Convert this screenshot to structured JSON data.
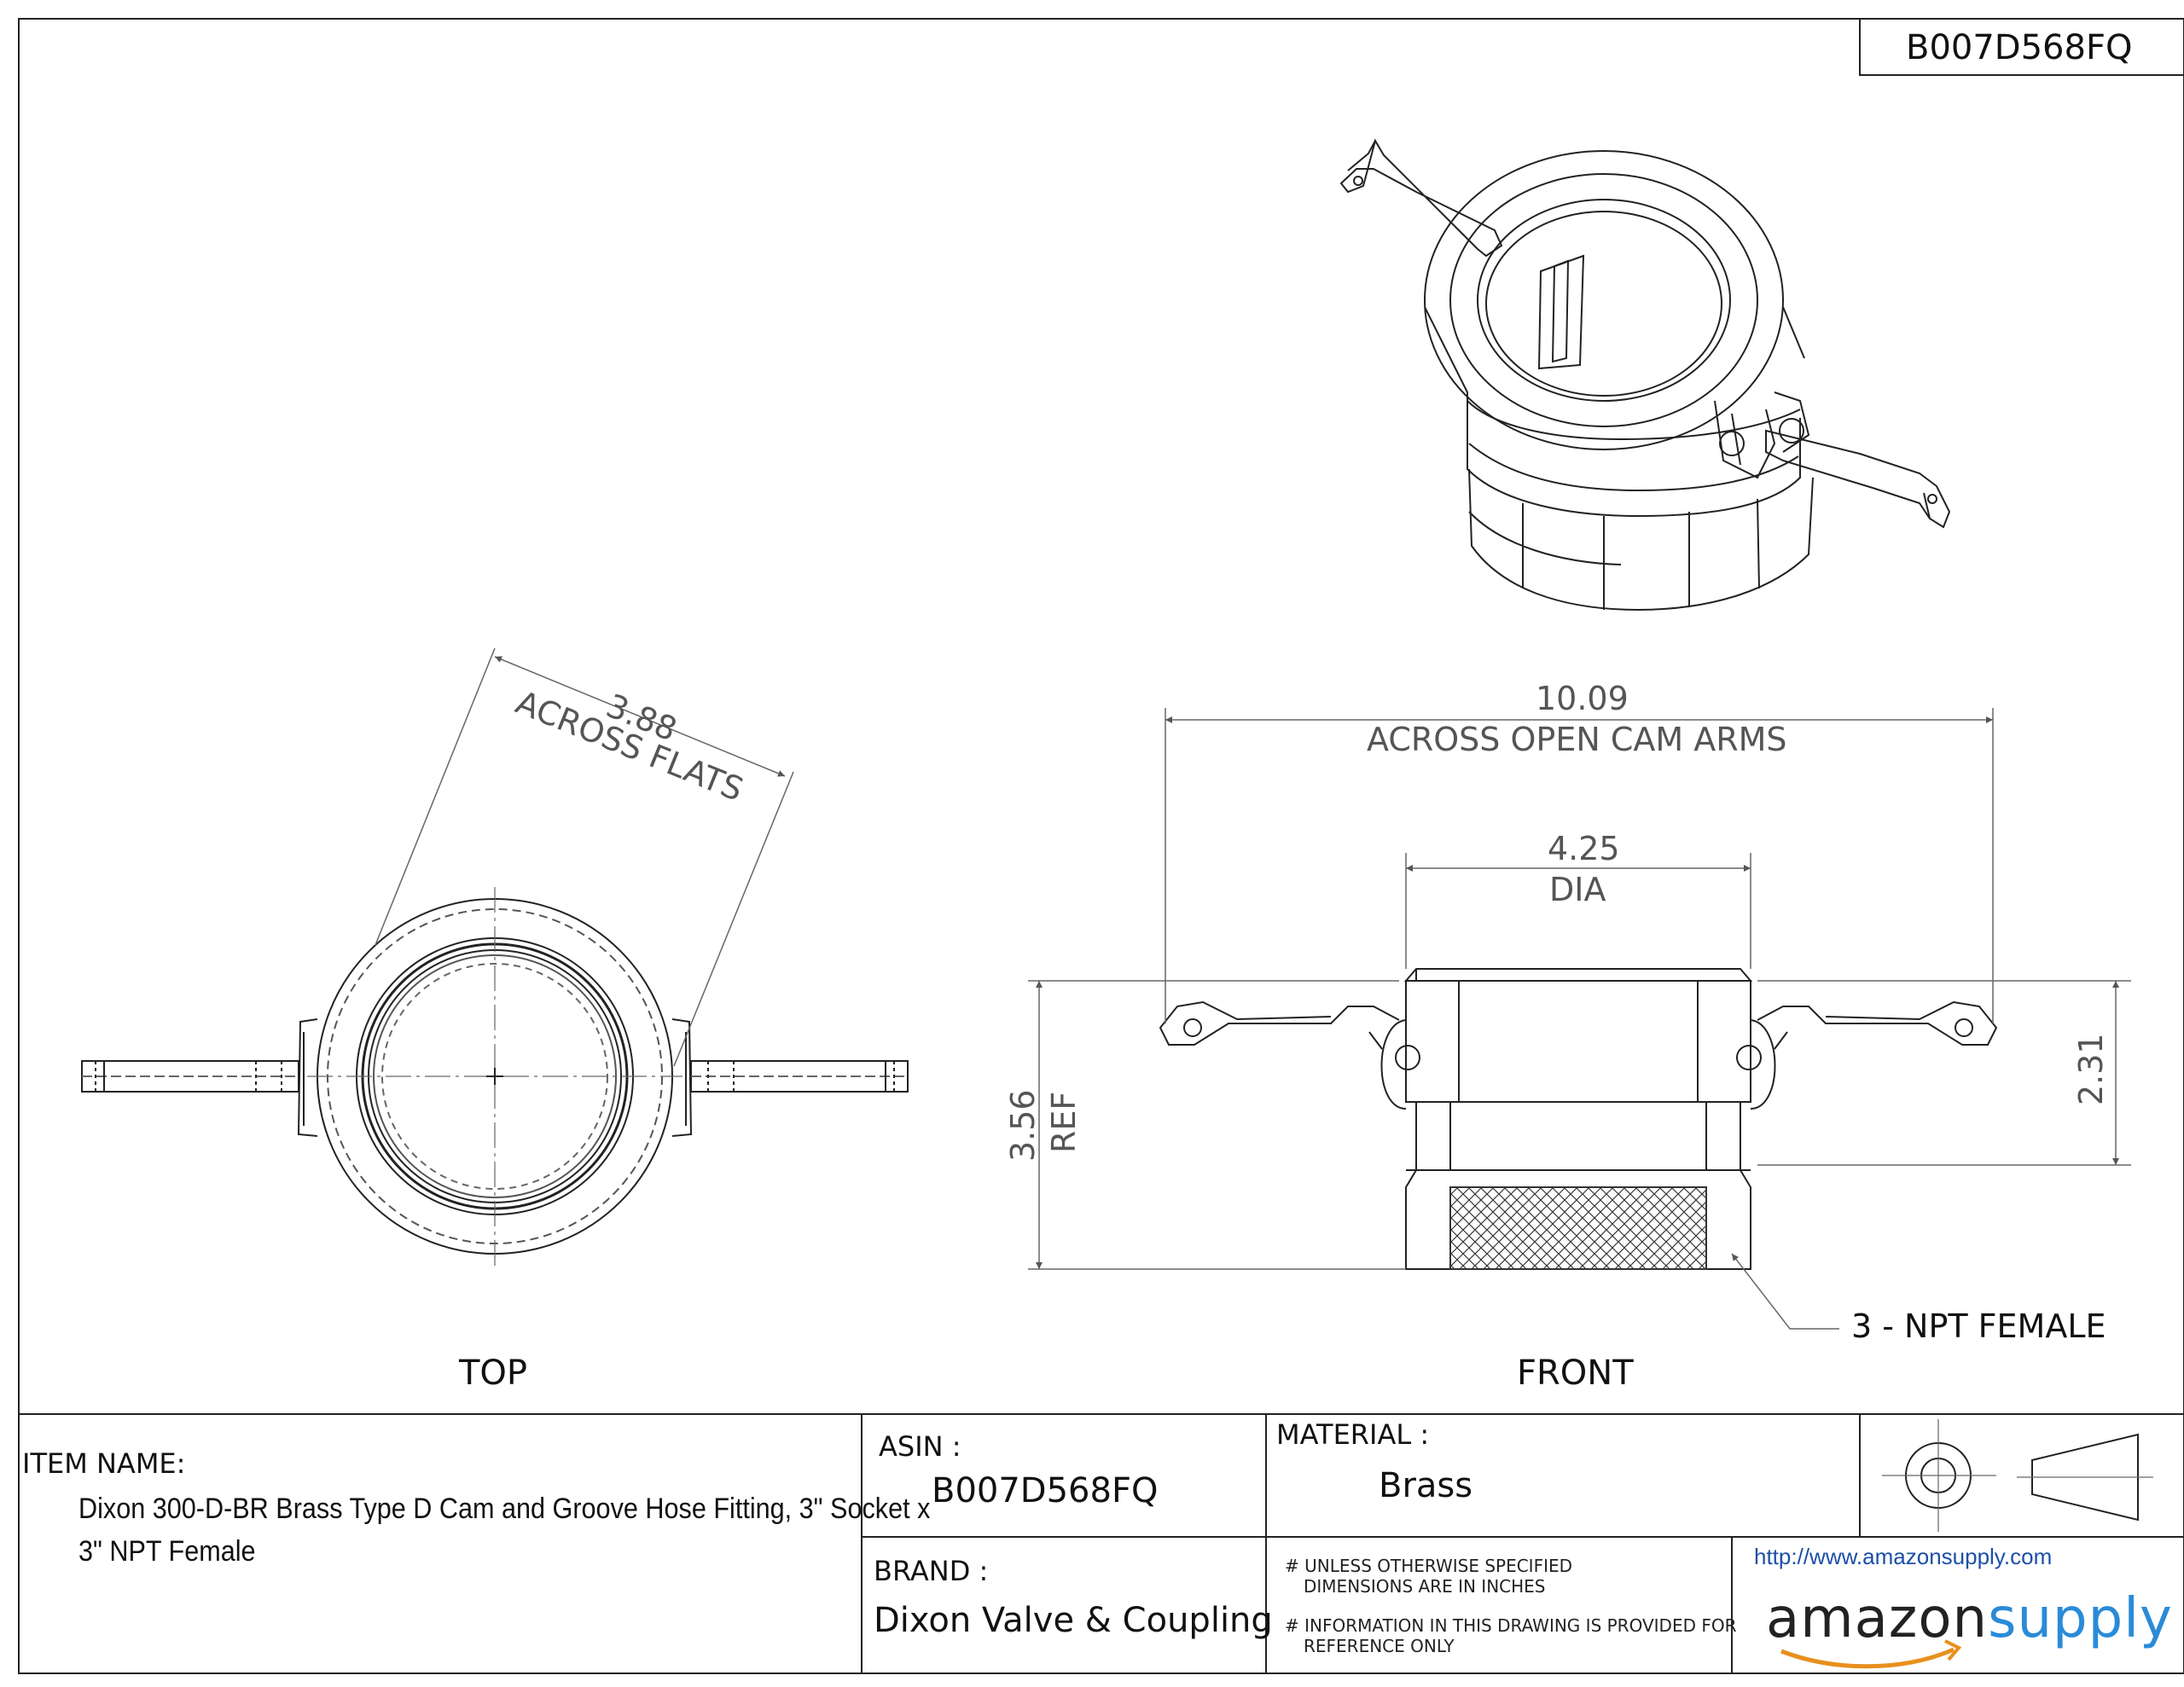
{
  "header": {
    "asin_box": "B007D568FQ"
  },
  "views": {
    "top_label": "TOP",
    "front_label": "FRONT"
  },
  "dimensions": {
    "across_flats_value": "3.88",
    "across_flats_text": "ACROSS FLATS",
    "cam_arms_value": "10.09",
    "cam_arms_text": "ACROSS OPEN CAM ARMS",
    "dia_value": "4.25",
    "dia_text": "DIA",
    "ref_value": "3.56",
    "ref_text": "REF",
    "height_value": "2.31",
    "thread_callout": "3 - NPT FEMALE"
  },
  "title_block": {
    "item_name_label": "ITEM NAME:",
    "item_name_line1": "Dixon 300-D-BR Brass Type D Cam and Groove Hose Fitting, 3\" Socket x",
    "item_name_line2": "3\" NPT Female",
    "asin_label": "ASIN :",
    "asin_value": "B007D568FQ",
    "material_label": "MATERIAL :",
    "material_value": "Brass",
    "brand_label": "BRAND :",
    "brand_value": "Dixon Valve & Coupling",
    "note1_line1": "# UNLESS OTHERWISE SPECIFIED",
    "note1_line2": "DIMENSIONS ARE IN INCHES",
    "note2_line1": "# INFORMATION IN THIS DRAWING IS PROVIDED FOR",
    "note2_line2": "REFERENCE ONLY",
    "url": "http://www.amazonsupply.com",
    "logo_part1": "amazon",
    "logo_part2": "supply"
  },
  "colors": {
    "line": "#222222",
    "dim_line": "#666666",
    "logo_blue": "#2a8bd8",
    "url_blue": "#1b4fa8"
  }
}
